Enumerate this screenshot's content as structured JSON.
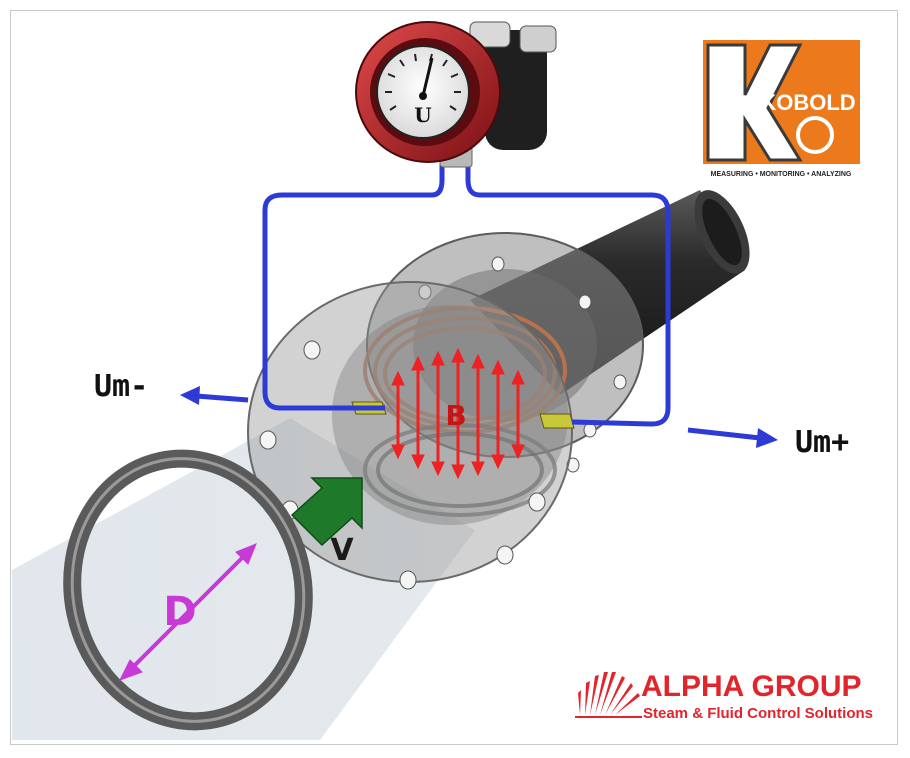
{
  "labels": {
    "um_minus": "Um-",
    "um_plus": "Um+",
    "field_b": "B",
    "velocity_v": "V",
    "diameter_d": "D",
    "gauge_u": "U"
  },
  "kobold": {
    "brand": "KOBOLD",
    "tagline": "MEASURING • MONITORING • ANALYZING",
    "color_orange": "#ec7a1c",
    "color_dark": "#3a3a3a"
  },
  "alpha_group": {
    "title": "ALPHA GROUP",
    "subtitle": "Steam & Fluid Control Solutions",
    "color": "#e2242b"
  },
  "colors": {
    "wire_blue": "#2d3ad6",
    "field_red": "#ee2222",
    "coil_copper": "#d4835a",
    "velocity_green": "#1e7a2a",
    "diameter_magenta": "#c83ad6",
    "gauge_red": "#c8202a"
  }
}
